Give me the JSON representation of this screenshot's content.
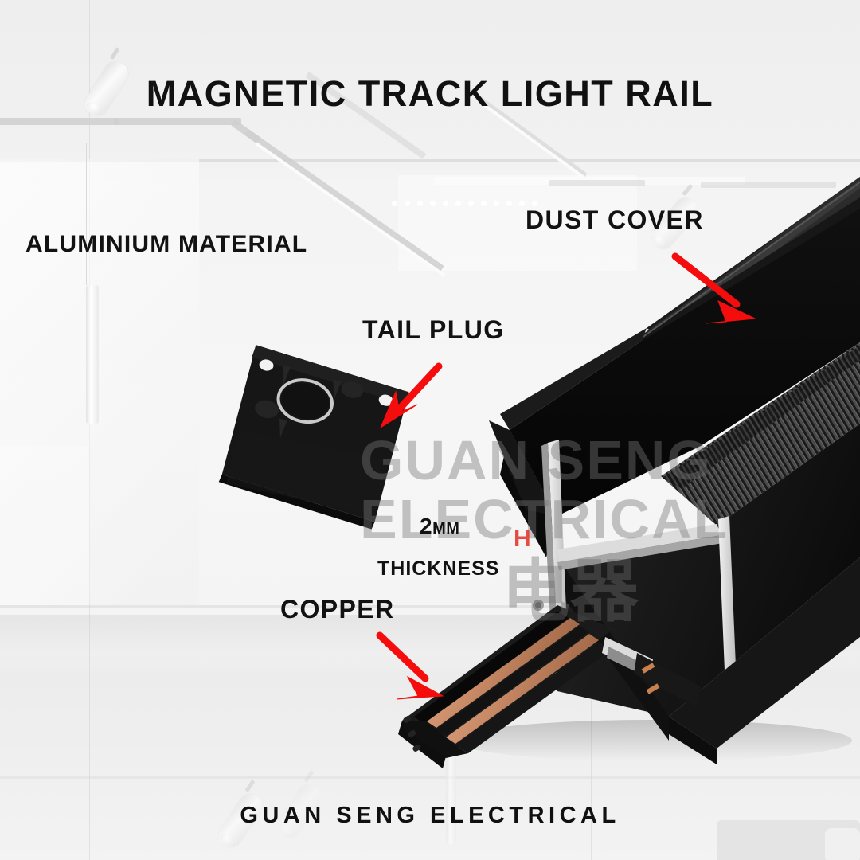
{
  "title": "MAGNETIC TRACK LIGHT RAIL",
  "footer": "GUAN SENG ELECTRICAL",
  "brand_color": "#111111",
  "arrow_color": "#f50d0d",
  "labels": {
    "aluminium": "ALUMINIUM MATERIAL",
    "dust_cover": "DUST COVER",
    "tail_plug": "TAIL PLUG",
    "copper": "COPPER",
    "thickness_value": "2",
    "thickness_unit": "MM",
    "thickness_word": "THICKNESS"
  },
  "watermark": {
    "line1": "GUAN SENG",
    "line2": "ELECTRICAL",
    "chinese": "电器",
    "red_mark": "H"
  },
  "colors": {
    "background": "#f2f2f2",
    "product_black": "#141414",
    "product_edge": "#d8d8d8",
    "copper": "#c98a66",
    "label_text": "#121212"
  },
  "callouts": [
    {
      "name": "dust-cover",
      "label": "DUST COVER",
      "arrow": "down-right"
    },
    {
      "name": "tail-plug",
      "label": "TAIL PLUG",
      "arrow": "down-left"
    },
    {
      "name": "copper",
      "label": "COPPER",
      "arrow": "down-right"
    },
    {
      "name": "aluminium",
      "label": "ALUMINIUM MATERIAL",
      "arrow": "none"
    },
    {
      "name": "thickness",
      "label": "2MM THICKNESS",
      "arrow": "none"
    }
  ]
}
